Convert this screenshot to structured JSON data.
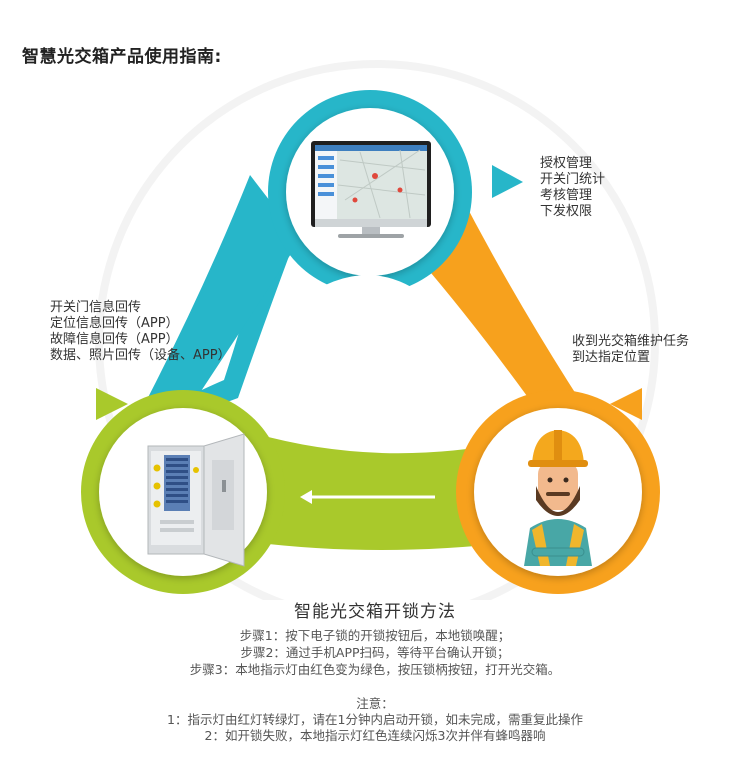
{
  "title": "智慧光交箱产品使用指南:",
  "colors": {
    "cyan": "#27b6c9",
    "orange": "#f7a11d",
    "green": "#a9c92b"
  },
  "platform_features": [
    "授权管理",
    "开关门统计",
    "考核管理",
    "下发权限"
  ],
  "app_features": [
    "开关门信息回传",
    "定位信息回传（APP）",
    "故障信息回传（APP）",
    "数据、照片回传（设备、APP）"
  ],
  "worker_task": [
    "收到光交箱维护任务",
    "到达指定位置"
  ],
  "method": {
    "title": "智能光交箱开锁方法",
    "steps": [
      "步骤1：按下电子锁的开锁按钮后，本地锁唤醒；",
      "步骤2：通过手机APP扫码，等待平台确认开锁；",
      "步骤3：本地指示灯由红色变为绿色，按压锁柄按钮，打开光交箱。"
    ]
  },
  "notes": {
    "heading": "注意：",
    "items": [
      "1：指示灯由红灯转绿灯，请在1分钟内启动开锁，如未完成，需重复此操作",
      "2：如开锁失败，本地指示灯红色连续闪烁3次并伴有蜂鸣器响"
    ]
  },
  "icons": {
    "monitor": "computer-monitor-icon",
    "cabinet": "fiber-cabinet-icon",
    "worker": "construction-worker-icon"
  }
}
